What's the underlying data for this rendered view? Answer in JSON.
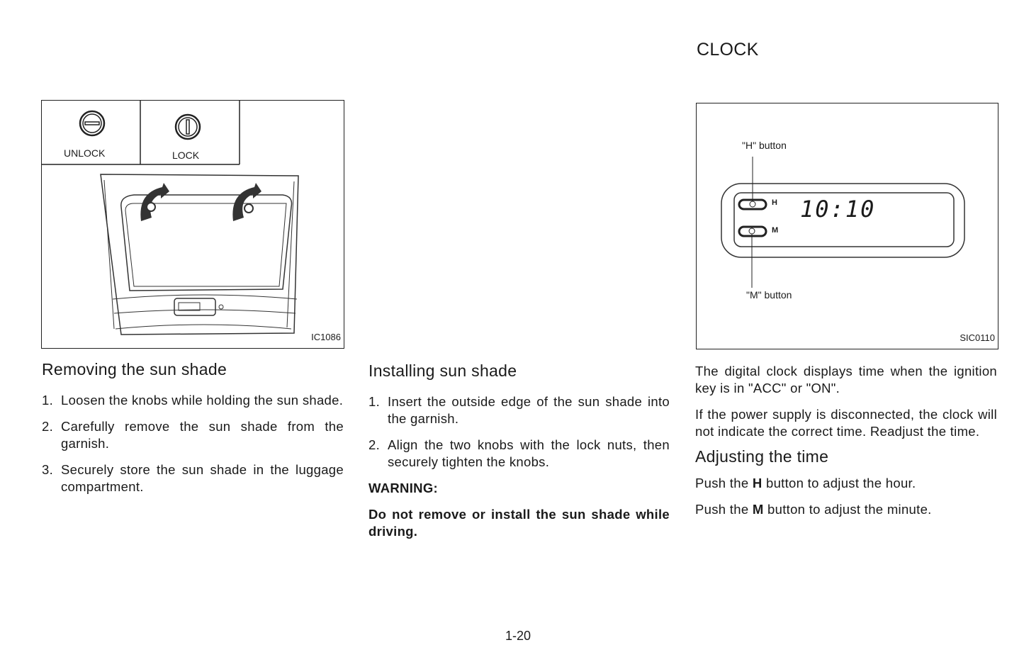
{
  "page_heading": "CLOCK",
  "figure_left": {
    "id": "IC1086",
    "unlock_label": "UNLOCK",
    "lock_label": "LOCK"
  },
  "figure_right": {
    "id": "SIC0110",
    "h_button_label": "\"H\" button",
    "m_button_label": "\"M\" button",
    "h_key": "H",
    "m_key": "M",
    "display_time": "10:10"
  },
  "removing": {
    "title": "Removing the sun shade",
    "steps": [
      {
        "num": "1.",
        "text": "Loosen the knobs while holding the sun shade."
      },
      {
        "num": "2.",
        "text": "Carefully remove the sun shade from the garnish."
      },
      {
        "num": "3.",
        "text": "Securely store the sun shade in the luggage compartment."
      }
    ]
  },
  "installing": {
    "title": "Installing sun shade",
    "steps": [
      {
        "num": "1.",
        "text": "Insert the outside edge of the sun shade into the garnish."
      },
      {
        "num": "2.",
        "text": "Align the two knobs with the lock nuts, then securely tighten the knobs."
      }
    ],
    "warning_label": "WARNING:",
    "warning_text": "Do not remove or install the sun shade while driving."
  },
  "clock": {
    "para1": "The digital clock displays time when the ignition key is in \"ACC\" or \"ON\".",
    "para2": "If the power supply is disconnected, the clock will not indicate the correct time. Readjust the time.",
    "adjust_title": "Adjusting the time",
    "h_pre": "Push the ",
    "h_bold": "H",
    "h_post": " button to adjust the hour.",
    "m_pre": "Push the ",
    "m_bold": "M",
    "m_post": " button to adjust the minute."
  },
  "page_number": "1-20"
}
